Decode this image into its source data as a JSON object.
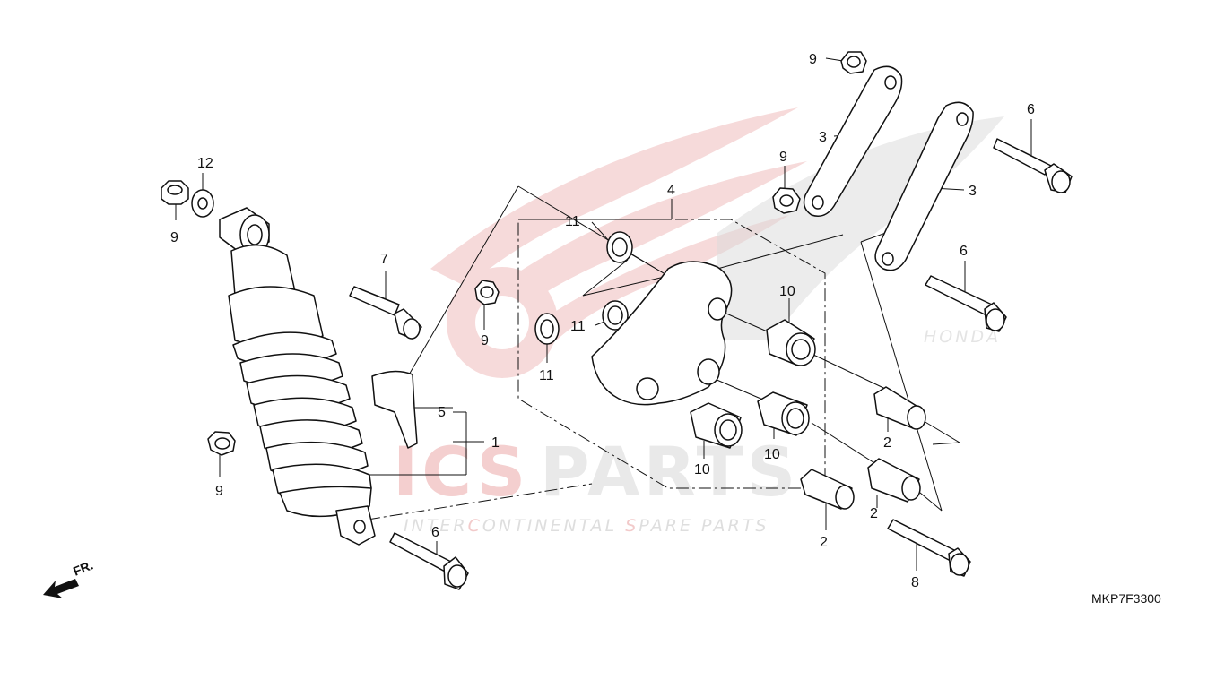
{
  "diagram_code": "MKP7F3300",
  "front_marker": "FR.",
  "watermark": {
    "brand_left": "ICS",
    "brand_right": "PARTS",
    "tagline": {
      "pre_1": "INTER",
      "red_1": "C",
      "mid": "ONTINENTAL ",
      "red_2": "S",
      "post": "PARE PARTS"
    },
    "logo_text": "HONDA"
  },
  "callouts": {
    "c1": "1",
    "c2a": "2",
    "c2b": "2",
    "c2c": "2",
    "c3a": "3",
    "c3b": "3",
    "c4": "4",
    "c5": "5",
    "c6a": "6",
    "c6b": "6",
    "c6c": "6",
    "c7": "7",
    "c8": "8",
    "c9a": "9",
    "c9b": "9",
    "c9c": "9",
    "c9d": "9",
    "c9e": "9",
    "c10a": "10",
    "c10b": "10",
    "c10c": "10",
    "c11a": "11",
    "c11b": "11",
    "c11c": "11",
    "c12": "12"
  }
}
